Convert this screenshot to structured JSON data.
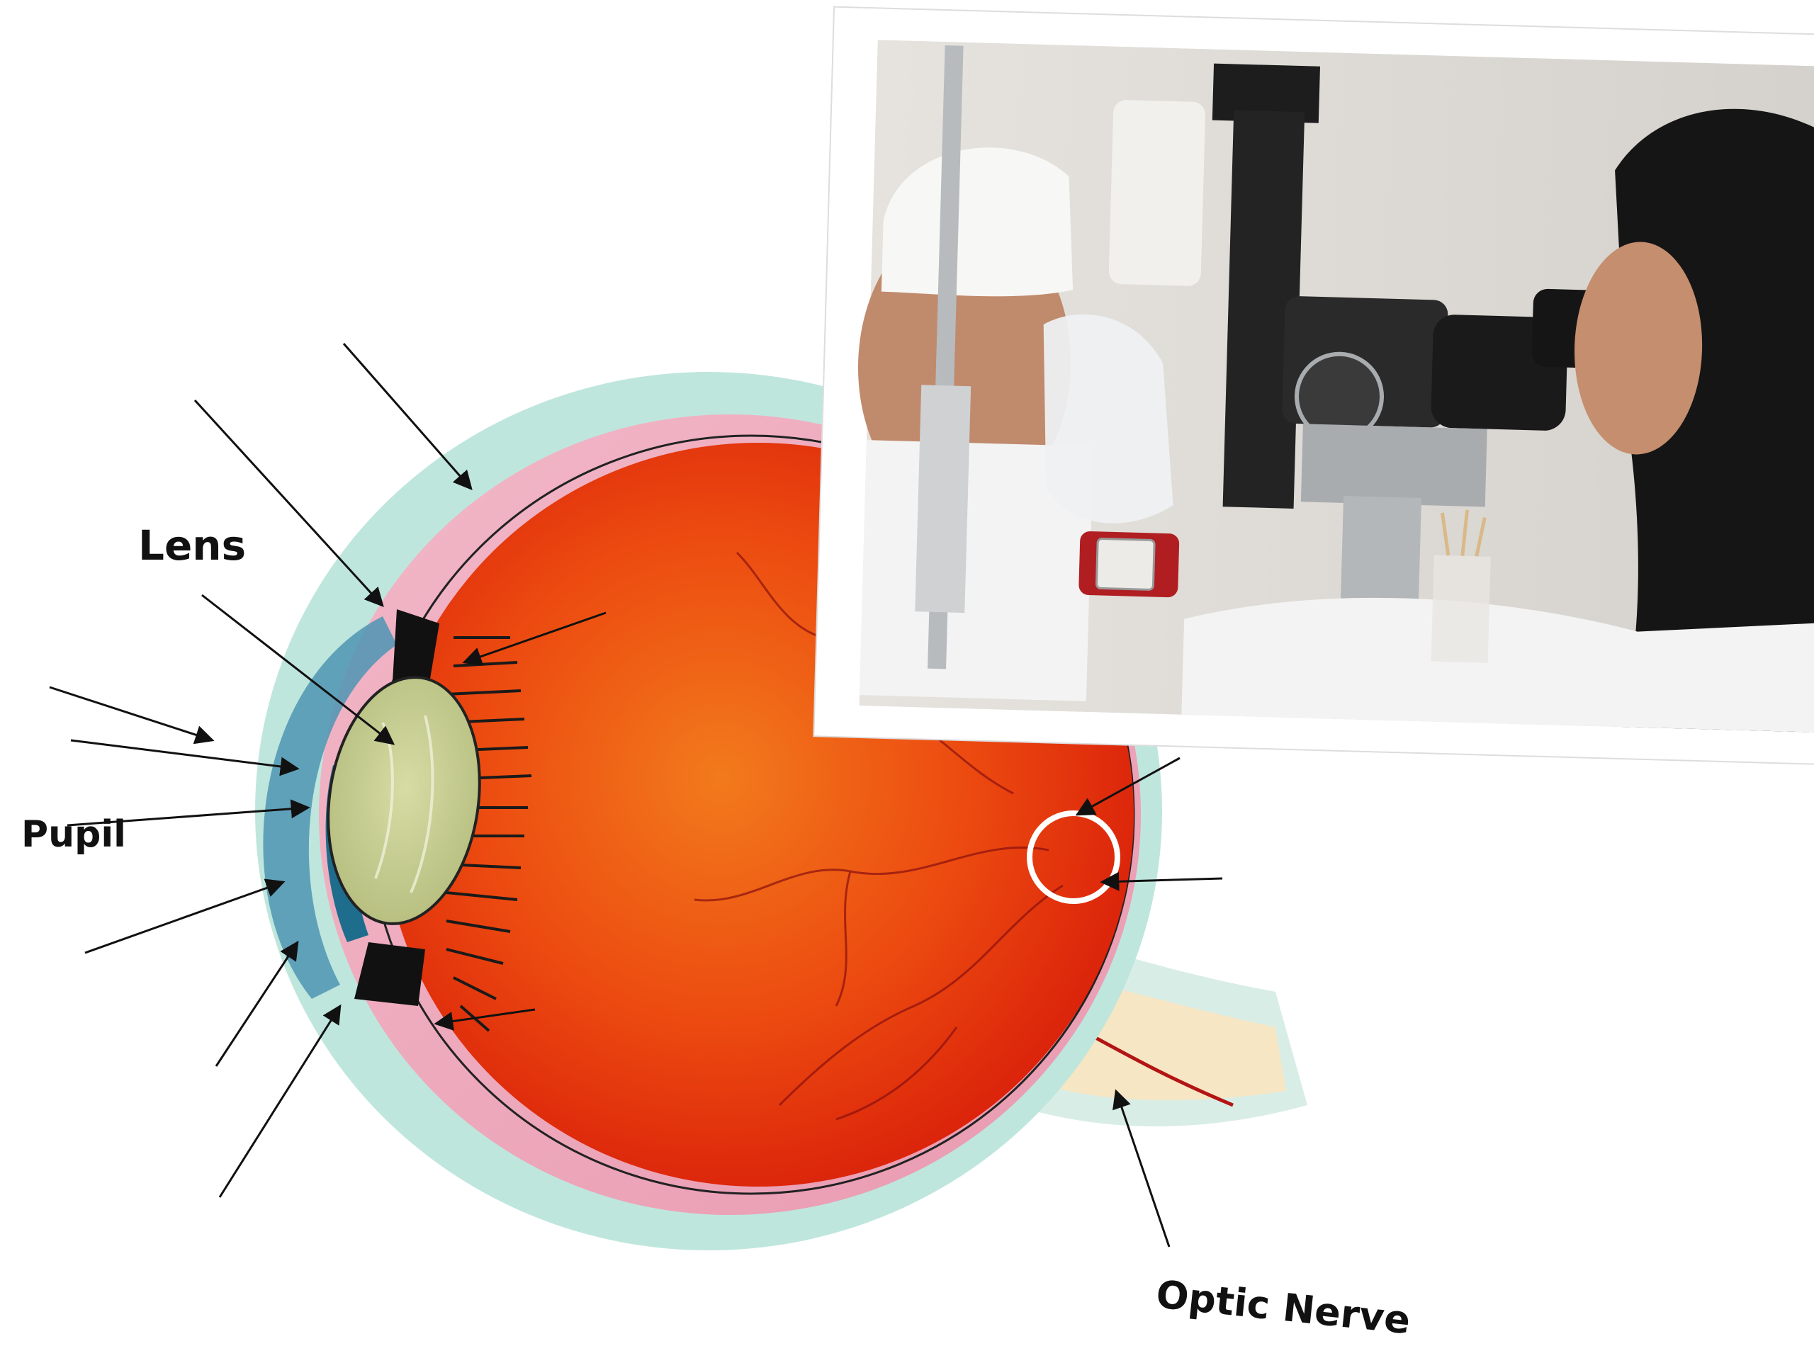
{
  "diagram": {
    "labels": {
      "lens": "Lens",
      "pupil": "Pupil",
      "optic_nerve": "Optic Nerve"
    },
    "colors": {
      "background": "#ffffff",
      "sclera_outer": "#bfe6dd",
      "sclera_pink": "#ee9fb4",
      "vitreous_red": "#e8290b",
      "vitreous_orange": "#f05a12",
      "lens": "#c4cc8e",
      "iris": "#1f6d8c",
      "cornea": "#4e94b3",
      "optic_nerve": "#f6e6c4",
      "ink": "#111111",
      "vessel": "#8a0f0f"
    }
  },
  "photo": {
    "description_icon": "ophthalmologist-slit-lamp-exam-photo",
    "colors": {
      "frame": "#ffffff",
      "background": "#d9d6d1",
      "hijab": "#151515",
      "coat": "#f3f3f3",
      "instrument": "#2a2a2a",
      "metal": "#a9acaf",
      "watch_strap": "#b01e22",
      "skin": "#c58e6e"
    }
  }
}
